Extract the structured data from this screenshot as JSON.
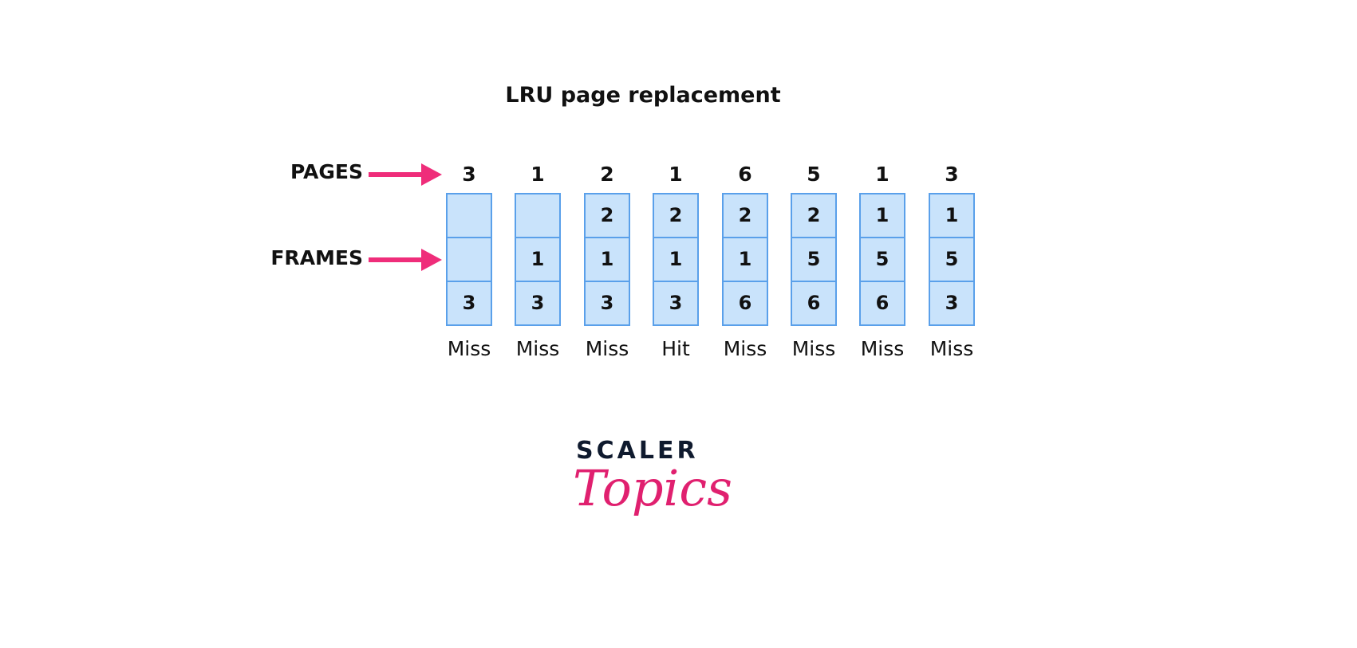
{
  "title": "LRU page replacement",
  "labels": {
    "pages": "PAGES",
    "frames": "FRAMES"
  },
  "colors": {
    "arrow": "#ef2d7a",
    "frame_fill": "#c9e3fb",
    "frame_border": "#5aa0ea",
    "logo_dark": "#0f1a2e",
    "logo_pink": "#e0206f"
  },
  "steps": [
    {
      "page": "3",
      "frames": [
        "",
        "",
        "3"
      ],
      "result": "Miss"
    },
    {
      "page": "1",
      "frames": [
        "",
        "1",
        "3"
      ],
      "result": "Miss"
    },
    {
      "page": "2",
      "frames": [
        "2",
        "1",
        "3"
      ],
      "result": "Miss"
    },
    {
      "page": "1",
      "frames": [
        "2",
        "1",
        "3"
      ],
      "result": "Hit"
    },
    {
      "page": "6",
      "frames": [
        "2",
        "1",
        "6"
      ],
      "result": "Miss"
    },
    {
      "page": "5",
      "frames": [
        "2",
        "5",
        "6"
      ],
      "result": "Miss"
    },
    {
      "page": "1",
      "frames": [
        "1",
        "5",
        "6"
      ],
      "result": "Miss"
    },
    {
      "page": "3",
      "frames": [
        "1",
        "5",
        "3"
      ],
      "result": "Miss"
    }
  ],
  "logo": {
    "line1": "SCALER",
    "line2": "Topics"
  }
}
